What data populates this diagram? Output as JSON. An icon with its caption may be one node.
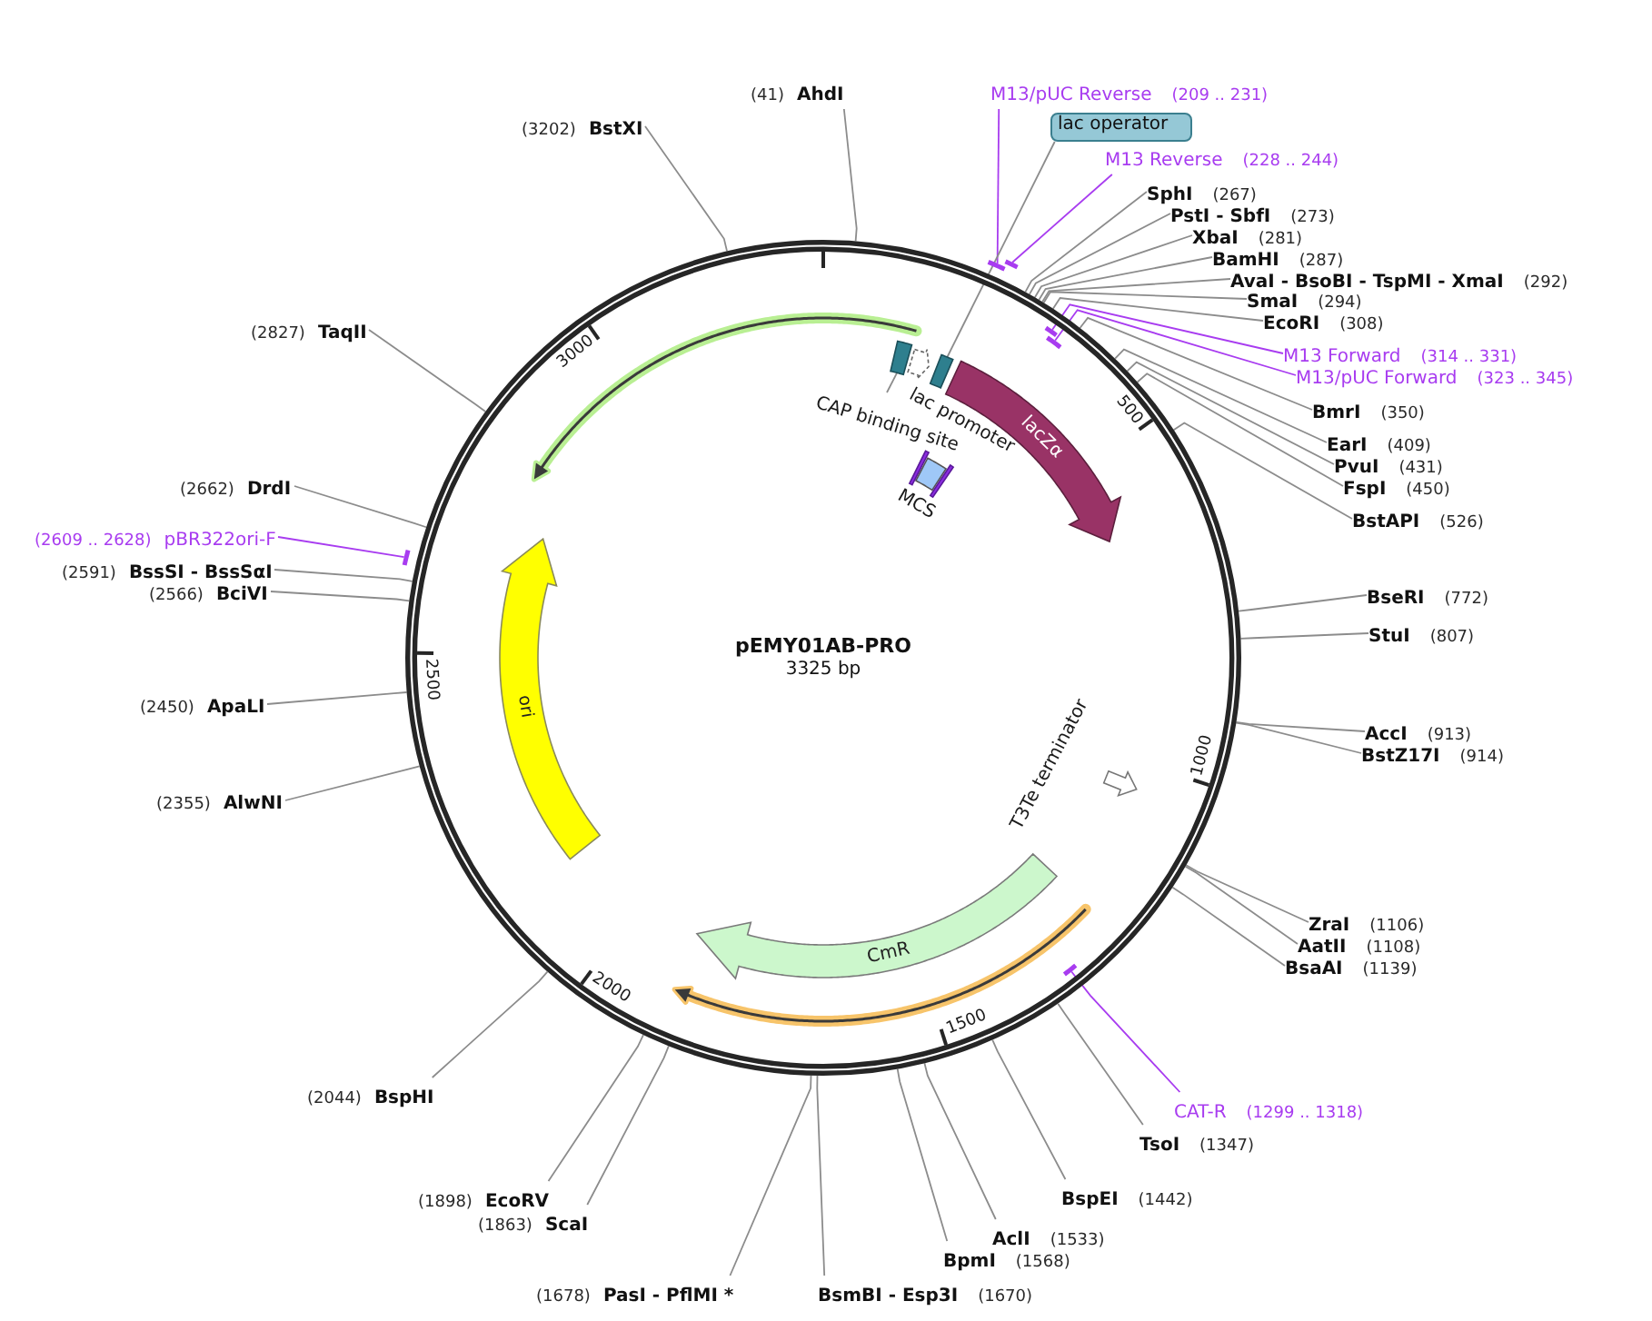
{
  "diagram": {
    "title": "pEMY01AB-PRO",
    "nodes": [
      {
        "text": [],
        "shape": "circle"
      },
      {
        "text": [],
        "shape": "box",
        "in": 0
      },
      {
        "text": [
          "CAP binding site"
        ],
        "in": 0
      },
      {
        "text": [
          "lac promoter"
        ],
        "in": 0
      },
      {
        "text": [],
        "shape": "box",
        "in": 0
      },
      {
        "text": [
          "lacZα"
        ],
        "in": 0
      },
      {
        "text": [
          "MCS"
        ],
        "in": 0
      },
      {
        "text": [
          "T3Te terminator"
        ],
        "in": 0
      },
      {
        "text": [
          "CmR"
        ],
        "in": 0
      },
      {
        "text": [
          "ori"
        ],
        "in": 0
      },
      {
        "text": [],
        "shape": "bar"
      },
      {
        "text": [],
        "shape": "bar"
      },
      {
        "text": [],
        "shape": "bar",
        "in": 0
      },
      {
        "text": [],
        "shape": "bar",
        "in": 0
      },
      {
        "text": [],
        "shape": "bar",
        "in": 0
      },
      {
        "text": [],
        "shape": "bar"
      },
      {
        "text": [
          "(41)",
          "AhdI"
        ]
      },
      {
        "text": [
          "M13/pUC Reverse",
          "(209 .. 231)"
        ]
      },
      {
        "text": [
          "lac operator"
        ]
      },
      {
        "text": [
          "M13 Reverse",
          "(228 .. 244)"
        ]
      },
      {
        "text": [
          "SphI",
          "(267)"
        ]
      },
      {
        "text": [
          "PstI - SbfI",
          "(273)"
        ]
      },
      {
        "text": [
          "XbaI",
          "(281)"
        ]
      },
      {
        "text": [
          "BamHI",
          "(287)"
        ]
      },
      {
        "text": [
          "AvaI - BsoBI - TspMI - XmaI",
          "(292)"
        ]
      },
      {
        "text": [
          "SmaI",
          "(294)"
        ]
      },
      {
        "text": [
          "EcoRI",
          "(308)"
        ]
      },
      {
        "text": [
          "M13 Forward",
          "(314 .. 331)"
        ]
      },
      {
        "text": [
          "M13/pUC Forward",
          "(323 .. 345)"
        ]
      },
      {
        "text": [
          "BmrI",
          "(350)"
        ]
      },
      {
        "text": [
          "EarI",
          "(409)"
        ]
      },
      {
        "text": [
          "PvuI",
          "(431)"
        ]
      },
      {
        "text": [
          "FspI",
          "(450)"
        ]
      },
      {
        "text": [
          "BstAPI",
          "(526)"
        ]
      },
      {
        "text": [
          "BseRI",
          "(772)"
        ]
      },
      {
        "text": [
          "StuI",
          "(807)"
        ]
      },
      {
        "text": [
          "AccI",
          "(913)"
        ]
      },
      {
        "text": [
          "BstZ17I",
          "(914)"
        ]
      },
      {
        "text": [
          "ZraI",
          "(1106)"
        ]
      },
      {
        "text": [
          "AatII",
          "(1108)"
        ]
      },
      {
        "text": [
          "BsaAI",
          "(1139)"
        ]
      },
      {
        "text": [
          "CAT-R",
          "(1299 .. 1318)"
        ]
      },
      {
        "text": [
          "TsoI",
          "(1347)"
        ]
      },
      {
        "text": [
          "BspEI",
          "(1442)"
        ]
      },
      {
        "text": [
          "AclI",
          "(1533)"
        ]
      },
      {
        "text": [
          "BpmI",
          "(1568)"
        ]
      },
      {
        "text": [
          "BsmBI - Esp3I",
          "(1670)"
        ]
      },
      {
        "text": [
          "(1678)",
          "PasI - PflMI *"
        ]
      },
      {
        "text": [
          "(1863)",
          "ScaI"
        ]
      },
      {
        "text": [
          "(1898)",
          "EcoRV"
        ]
      },
      {
        "text": [
          "(2044)",
          "BspHI"
        ]
      },
      {
        "text": [
          "(2355)",
          "AlwNI"
        ]
      },
      {
        "text": [
          "(2450)",
          "ApaLI"
        ]
      },
      {
        "text": [
          "(2566)",
          "BciVI"
        ]
      },
      {
        "text": [
          "(2591)",
          "BssSI - BssSαI"
        ]
      },
      {
        "text": [
          "(2609 .. 2628)",
          "pBR322ori-F"
        ]
      },
      {
        "text": [
          "(2662)",
          "DrdI"
        ]
      },
      {
        "text": [
          "(2827)",
          "TaqII"
        ]
      },
      {
        "text": [
          "(3202)",
          "BstXI"
        ]
      }
    ],
    "edges": [
      {
        "from": 2,
        "to": 1,
        "arrow": "none"
      },
      {
        "from": 16,
        "to": 0,
        "arrow": "none"
      },
      {
        "from": 17,
        "to": 10,
        "arrow": "none",
        "color": "#a83cf0"
      },
      {
        "from": 18,
        "to": 4,
        "arrow": "none"
      },
      {
        "from": 19,
        "to": 11,
        "arrow": "none",
        "color": "#a83cf0"
      },
      {
        "from": 20,
        "to": 0,
        "arrow": "none"
      },
      {
        "from": 21,
        "to": 0,
        "arrow": "none"
      },
      {
        "from": 22,
        "to": 0,
        "arrow": "none"
      },
      {
        "from": 23,
        "to": 0,
        "arrow": "none"
      },
      {
        "from": 24,
        "to": 0,
        "arrow": "none"
      },
      {
        "from": 25,
        "to": 0,
        "arrow": "none"
      },
      {
        "from": 26,
        "to": 0,
        "arrow": "none"
      },
      {
        "from": 27,
        "to": 12,
        "arrow": "none",
        "color": "#a83cf0"
      },
      {
        "from": 28,
        "to": 13,
        "arrow": "none",
        "color": "#a83cf0"
      },
      {
        "from": 29,
        "to": 0,
        "arrow": "none"
      },
      {
        "from": 30,
        "to": 0,
        "arrow": "none"
      },
      {
        "from": 31,
        "to": 0,
        "arrow": "none"
      },
      {
        "from": 32,
        "to": 0,
        "arrow": "none"
      },
      {
        "from": 33,
        "to": 0,
        "arrow": "none"
      },
      {
        "from": 34,
        "to": 0,
        "arrow": "none"
      },
      {
        "from": 35,
        "to": 0,
        "arrow": "none"
      },
      {
        "from": 36,
        "to": 0,
        "arrow": "none"
      },
      {
        "from": 37,
        "to": 0,
        "arrow": "none"
      },
      {
        "from": 38,
        "to": 0,
        "arrow": "none"
      },
      {
        "from": 39,
        "to": 0,
        "arrow": "none"
      },
      {
        "from": 40,
        "to": 0,
        "arrow": "none"
      },
      {
        "from": 41,
        "to": 14,
        "arrow": "none",
        "color": "#a83cf0"
      },
      {
        "from": 42,
        "to": 0,
        "arrow": "none"
      },
      {
        "from": 43,
        "to": 0,
        "arrow": "none"
      },
      {
        "from": 44,
        "to": 0,
        "arrow": "none"
      },
      {
        "from": 45,
        "to": 0,
        "arrow": "none"
      },
      {
        "from": 46,
        "to": 0,
        "arrow": "none"
      },
      {
        "from": 47,
        "to": 0,
        "arrow": "none"
      },
      {
        "from": 48,
        "to": 0,
        "arrow": "none"
      },
      {
        "from": 49,
        "to": 0,
        "arrow": "none"
      },
      {
        "from": 50,
        "to": 0,
        "arrow": "none"
      },
      {
        "from": 51,
        "to": 0,
        "arrow": "none"
      },
      {
        "from": 52,
        "to": 0,
        "arrow": "none"
      },
      {
        "from": 53,
        "to": 0,
        "arrow": "none"
      },
      {
        "from": 54,
        "to": 0,
        "arrow": "none"
      },
      {
        "from": 55,
        "to": 15,
        "arrow": "none",
        "color": "#a83cf0"
      },
      {
        "from": 56,
        "to": 0,
        "arrow": "none"
      },
      {
        "from": 57,
        "to": 0,
        "arrow": "none"
      },
      {
        "from": 58,
        "to": 0,
        "arrow": "none"
      }
    ],
    "labels": [
      "3325 bp",
      "500",
      "1000",
      "1500",
      "2000",
      "2500",
      "3000"
    ]
  }
}
